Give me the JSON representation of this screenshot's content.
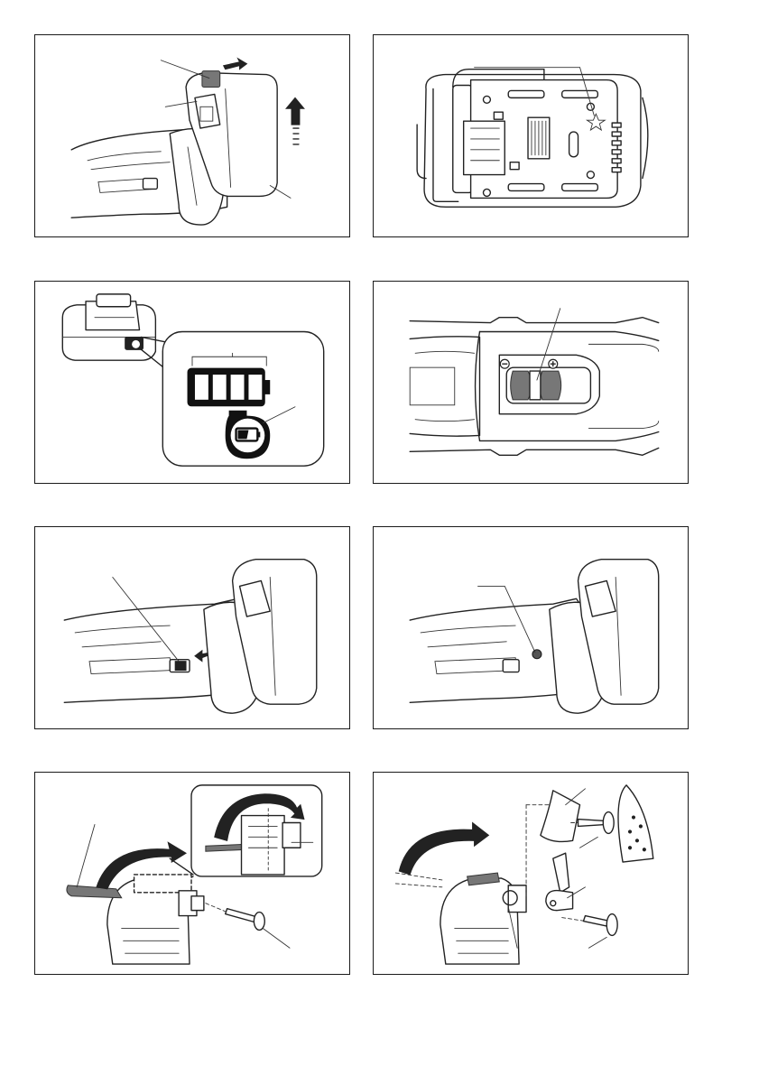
{
  "page": {
    "background": "#ffffff",
    "line_color": "#222222"
  },
  "figures": [
    {
      "id": "battery-removal",
      "callouts": 3,
      "icons": [
        "release-button-icon",
        "up-arrow-icon",
        "slide-arrow-icon"
      ]
    },
    {
      "id": "battery-terminal-view",
      "callouts": 1,
      "icons": [
        "star-mark-icon"
      ]
    },
    {
      "id": "battery-indicator",
      "callouts": 2,
      "icons": [
        "battery-level-icon",
        "battery-low-icon"
      ]
    },
    {
      "id": "speed-switch-top-view",
      "callouts": 1,
      "icons": [
        "minus-icon",
        "plus-icon"
      ]
    },
    {
      "id": "slide-switch",
      "callouts": 1,
      "icons": [
        "double-arrow-icon"
      ]
    },
    {
      "id": "indicator-lamp",
      "callouts": 1,
      "icons": []
    },
    {
      "id": "lever-open",
      "callouts": 2,
      "icons": [
        "rotate-arrow-icon"
      ]
    },
    {
      "id": "accessory-install",
      "callouts": 4,
      "icons": [
        "rotate-arrow-icon"
      ]
    }
  ]
}
